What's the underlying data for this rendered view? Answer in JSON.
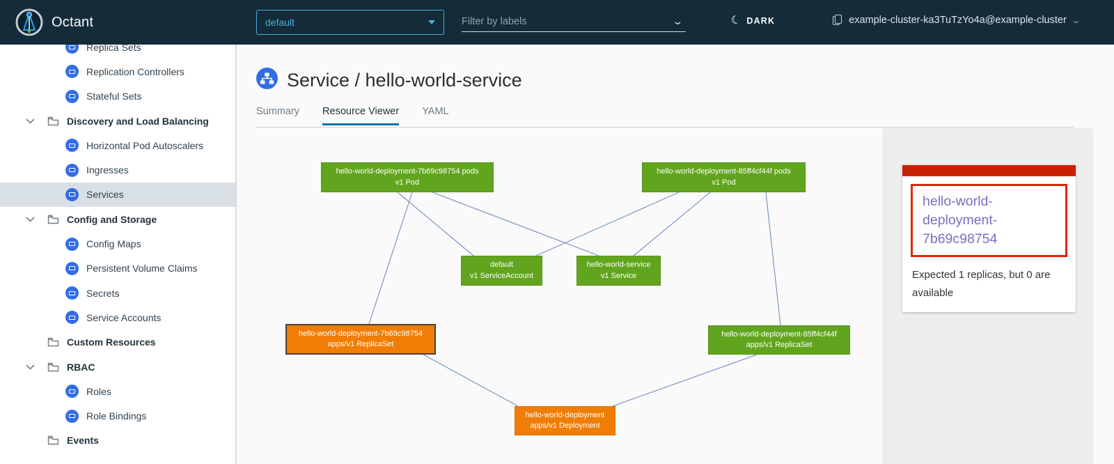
{
  "header": {
    "app_title": "Octant",
    "namespace": {
      "selected": "default"
    },
    "filter": {
      "placeholder": "Filter by labels"
    },
    "theme_toggle_label": "DARK",
    "cluster_context": "example-cluster-ka3TuTzYo4a@example-cluster"
  },
  "sidebar": {
    "items": [
      {
        "label": "Replica Sets",
        "type": "child",
        "icon": "replica-sets-icon"
      },
      {
        "label": "Replication Controllers",
        "type": "child",
        "icon": "replication-controllers-icon"
      },
      {
        "label": "Stateful Sets",
        "type": "child",
        "icon": "stateful-sets-icon"
      },
      {
        "label": "Discovery and Load Balancing",
        "type": "group",
        "icon": "folder-icon",
        "expanded": true
      },
      {
        "label": "Horizontal Pod Autoscalers",
        "type": "child",
        "icon": "hpa-icon"
      },
      {
        "label": "Ingresses",
        "type": "child",
        "icon": "ingresses-icon"
      },
      {
        "label": "Services",
        "type": "child",
        "icon": "services-icon",
        "active": true
      },
      {
        "label": "Config and Storage",
        "type": "group",
        "icon": "folder-icon",
        "expanded": true
      },
      {
        "label": "Config Maps",
        "type": "child",
        "icon": "config-maps-icon"
      },
      {
        "label": "Persistent Volume Claims",
        "type": "child",
        "icon": "pvc-icon"
      },
      {
        "label": "Secrets",
        "type": "child",
        "icon": "secrets-icon"
      },
      {
        "label": "Service Accounts",
        "type": "child",
        "icon": "service-accounts-icon"
      },
      {
        "label": "Custom Resources",
        "type": "group",
        "icon": "folder-icon",
        "expanded": false
      },
      {
        "label": "RBAC",
        "type": "group",
        "icon": "folder-icon",
        "expanded": true
      },
      {
        "label": "Roles",
        "type": "child",
        "icon": "roles-icon"
      },
      {
        "label": "Role Bindings",
        "type": "child",
        "icon": "role-bindings-icon"
      },
      {
        "label": "Events",
        "type": "group",
        "icon": "folder-icon",
        "expanded": false
      }
    ]
  },
  "main": {
    "page_title": "Service / hello-world-service",
    "tabs": [
      {
        "label": "Summary",
        "active": false
      },
      {
        "label": "Resource Viewer",
        "active": true
      },
      {
        "label": "YAML",
        "active": false
      }
    ]
  },
  "graph": {
    "nodes": [
      {
        "name": "hello-world-deployment-7b69c98754 pods",
        "kind": "v1 Pod",
        "status": "ok"
      },
      {
        "name": "hello-world-deployment-85ff4cf44f pods",
        "kind": "v1 Pod",
        "status": "ok"
      },
      {
        "name": "default",
        "kind": "v1 ServiceAccount",
        "status": "ok"
      },
      {
        "name": "hello-world-service",
        "kind": "v1 Service",
        "status": "ok"
      },
      {
        "name": "hello-world-deployment-7b69c98754",
        "kind": "apps/v1 ReplicaSet",
        "status": "error",
        "selected": true
      },
      {
        "name": "hello-world-deployment-85ff4cf44f",
        "kind": "apps/v1 ReplicaSet",
        "status": "ok"
      },
      {
        "name": "hello-world-deployment",
        "kind": "apps/v1 Deployment",
        "status": "error"
      }
    ],
    "edges": [
      "pod-7b69c98754 -> serviceaccount-default",
      "pod-7b69c98754 -> service-hello-world-service",
      "pod-7b69c98754 -> replicaset-7b69c98754",
      "pod-85ff4cf44f -> serviceaccount-default",
      "pod-85ff4cf44f -> service-hello-world-service",
      "pod-85ff4cf44f -> replicaset-85ff4cf44f",
      "replicaset-7b69c98754 -> deployment-hello-world-deployment",
      "replicaset-85ff4cf44f -> deployment-hello-world-deployment"
    ]
  },
  "panel": {
    "selected_resource_link": "hello-world-deployment-7b69c98754",
    "message": "Expected 1 replicas, but 0 are available"
  },
  "colors": {
    "header_bg": "#142b3a",
    "accent_blue": "#49afd9",
    "node_ok_green": "#61a51e",
    "node_warn_orange": "#f07d05",
    "error_red": "#c92100",
    "alert_border_red": "#e12200",
    "visited_link_purple": "#7a6dc2",
    "active_tab_underline": "#0072a3",
    "sidebar_icon_blue": "#326de6",
    "sidebar_active_bg": "#d8e0e6",
    "edge_line": "#7b96c4"
  }
}
